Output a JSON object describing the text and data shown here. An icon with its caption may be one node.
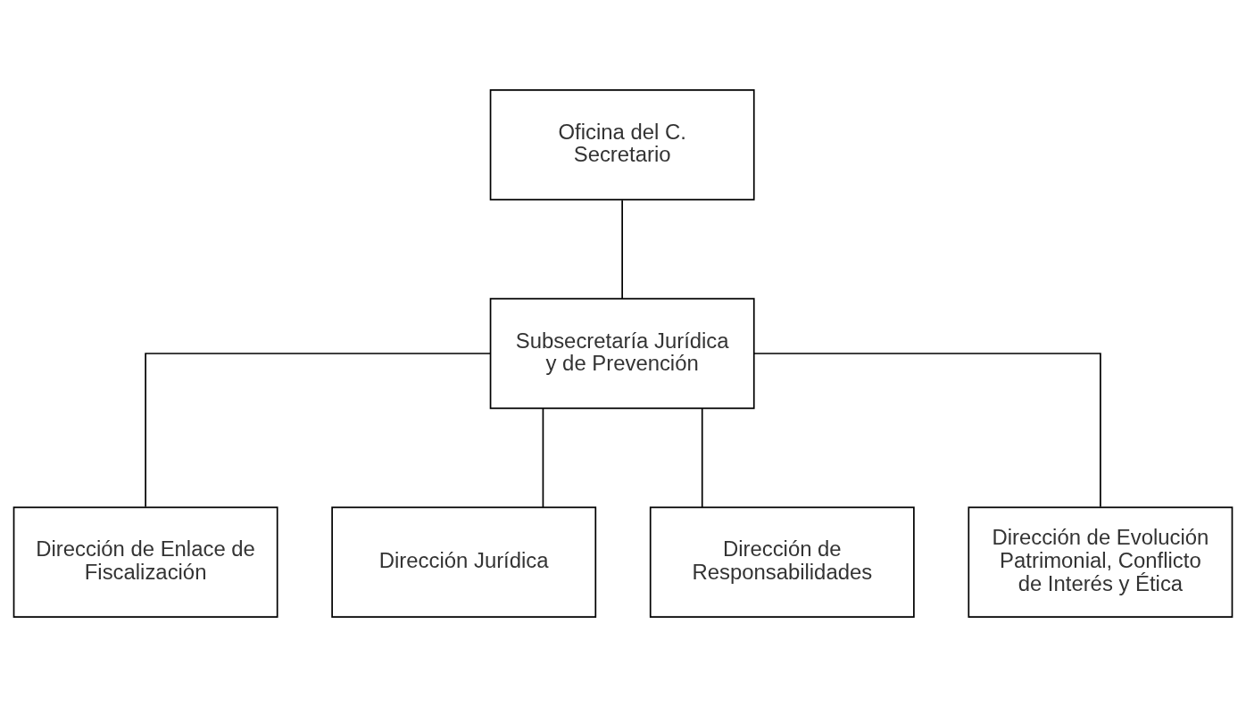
{
  "diagram": {
    "nodes": [
      {
        "text": [
          "Oficina del C. Secretario"
        ]
      },
      {
        "text": [
          "Subsecretaría Jurídica y de Prevención"
        ]
      },
      {
        "text": [
          "Dirección de Enlace de Fiscalización"
        ]
      },
      {
        "text": [
          "Dirección Jurídica"
        ]
      },
      {
        "text": [
          "Dirección de Responsabilidades"
        ]
      },
      {
        "text": [
          "Dirección de Evolución Patrimonial, Conflicto de Interés y Ética"
        ]
      }
    ],
    "edges": [
      {
        "from": 0,
        "to": 1,
        "arrow": "none"
      },
      {
        "from": 1,
        "to": 2,
        "arrow": "none"
      },
      {
        "from": 1,
        "to": 3,
        "arrow": "none"
      },
      {
        "from": 1,
        "to": 4,
        "arrow": "none"
      },
      {
        "from": 1,
        "to": 5,
        "arrow": "none"
      }
    ]
  }
}
